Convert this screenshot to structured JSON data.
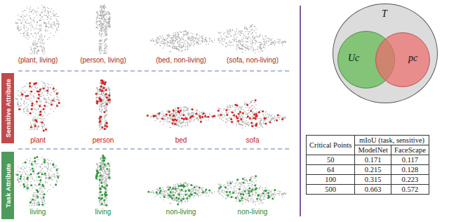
{
  "diagram": {
    "nodes": [
      {
        "text": [
          "Sensitive Attribute"
        ]
      },
      {
        "text": [
          "Task Attribute"
        ]
      },
      {
        "text": [
          "T"
        ]
      },
      {
        "text": [
          "Uc"
        ],
        "in": 2
      },
      {
        "text": [
          "pc"
        ],
        "in": 2
      }
    ],
    "labels": [
      "(plant, living)",
      "(person, living)",
      "(bed, non-living)",
      "(sofa, non-living)",
      "plant",
      "person",
      "bed",
      "sofa",
      "living",
      "living",
      "non-living",
      "non-living",
      "Critical Points",
      "mIoU (task, sensitive)",
      "ModelNet",
      "FaceScape",
      "50",
      "0.171",
      "0.117",
      "64",
      "0.215",
      "0.128",
      "100",
      "0.315",
      "0.223",
      "500",
      "0.663",
      "0.572"
    ]
  }
}
